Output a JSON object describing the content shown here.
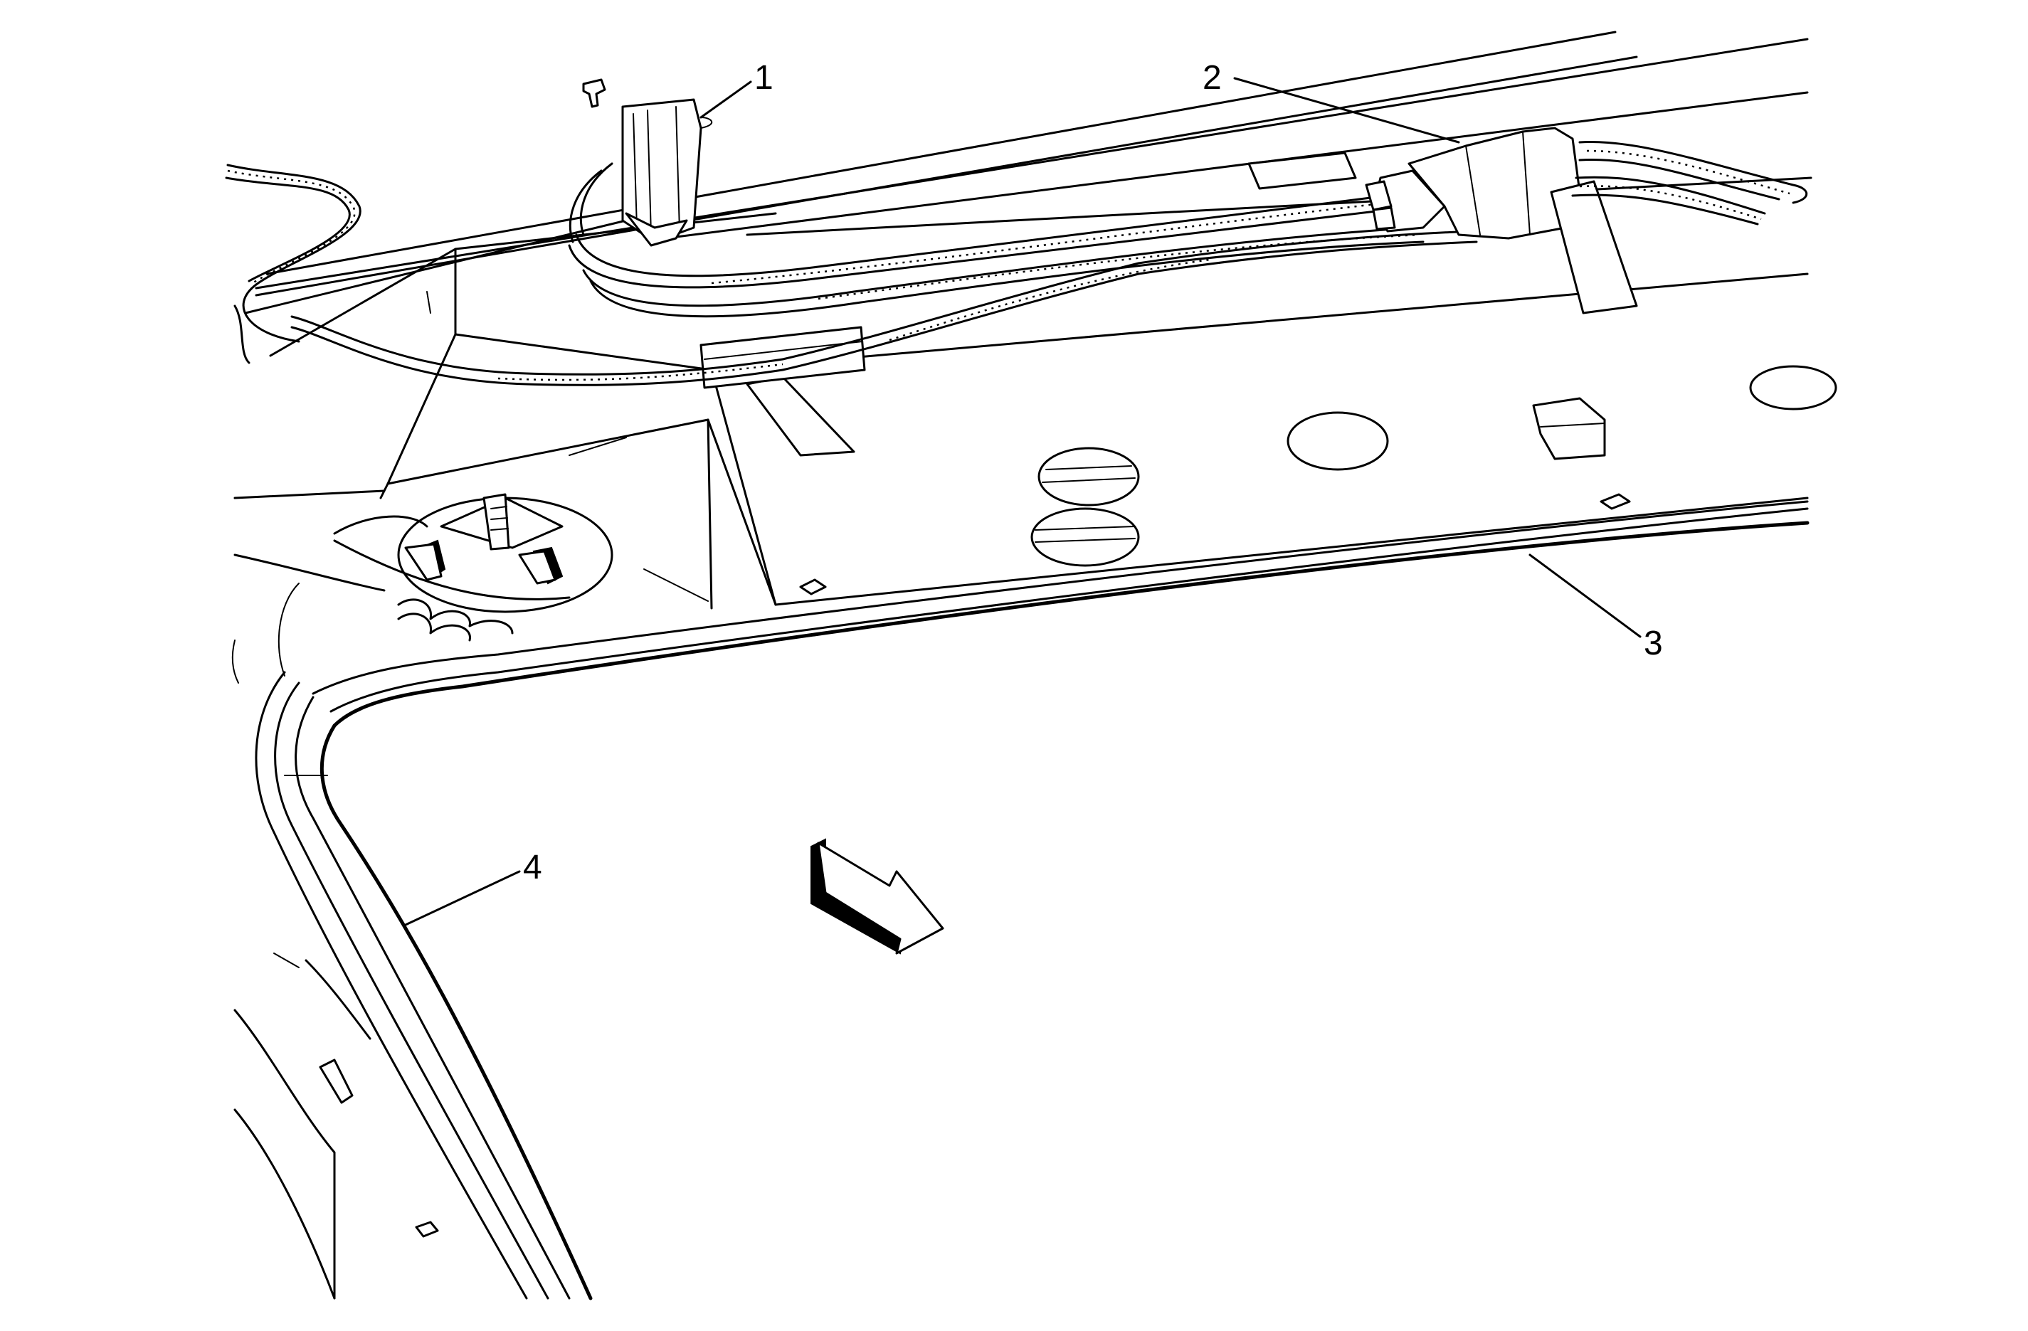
{
  "diagram": {
    "callouts": [
      {
        "id": "1",
        "label": "1"
      },
      {
        "id": "2",
        "label": "2"
      },
      {
        "id": "3",
        "label": "3"
      },
      {
        "id": "4",
        "label": "4"
      }
    ],
    "colors": {
      "line": "#000000",
      "background": "#ffffff"
    },
    "icons": [
      "direction-arrow-icon"
    ]
  }
}
